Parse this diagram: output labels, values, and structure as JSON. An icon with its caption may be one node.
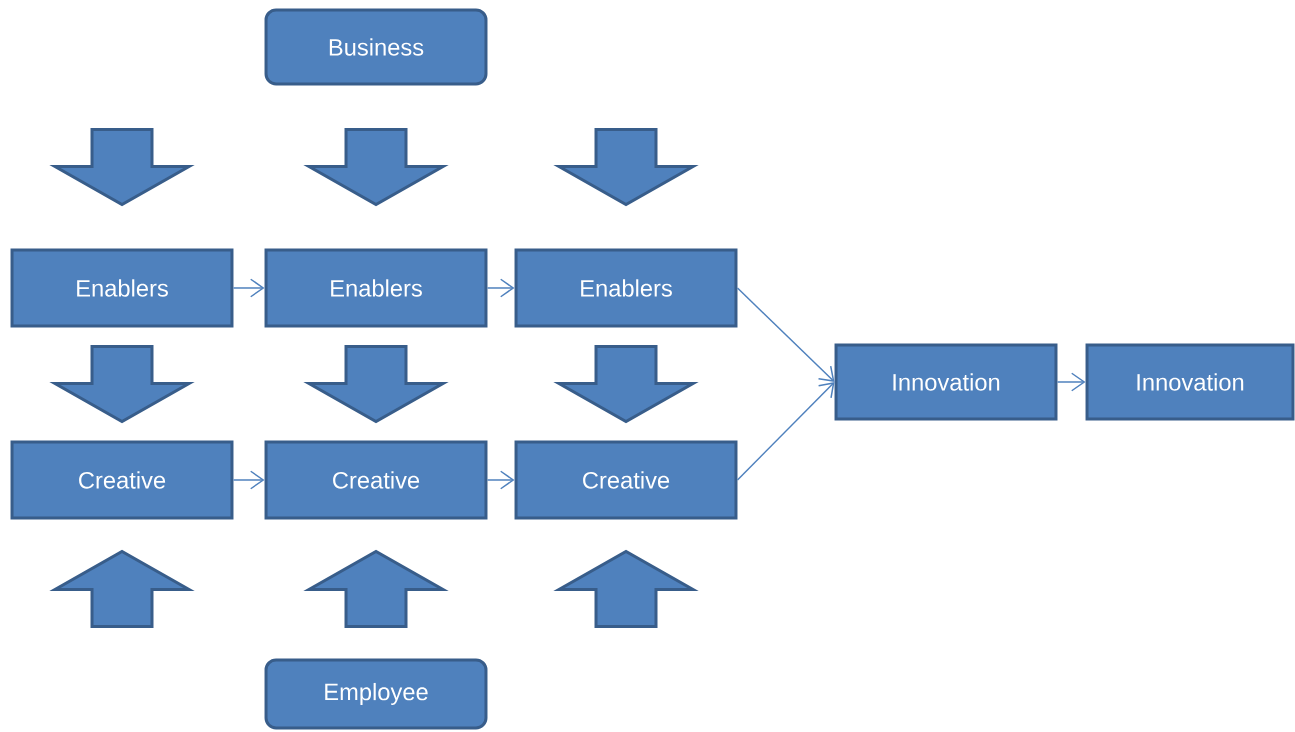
{
  "diagram": {
    "nodes": [
      {
        "text": [
          "Business"
        ]
      },
      {
        "text": [
          "Enablers"
        ]
      },
      {
        "text": [
          "Enablers"
        ]
      },
      {
        "text": [
          "Enablers"
        ]
      },
      {
        "text": [
          "Innovation"
        ]
      },
      {
        "text": [
          "Innovation"
        ]
      },
      {
        "text": [
          "Creative"
        ]
      },
      {
        "text": [
          "Creative"
        ]
      },
      {
        "text": [
          "Creative"
        ]
      },
      {
        "text": [
          "Employee"
        ]
      }
    ],
    "edges": [
      {
        "from": 0,
        "to": 1,
        "arrow": "to",
        "style": "thick"
      },
      {
        "from": 0,
        "to": 2,
        "arrow": "to",
        "style": "thick"
      },
      {
        "from": 0,
        "to": 3,
        "arrow": "to",
        "style": "thick"
      },
      {
        "from": 1,
        "to": 2,
        "arrow": "to"
      },
      {
        "from": 2,
        "to": 3,
        "arrow": "to"
      },
      {
        "from": 3,
        "to": 4,
        "arrow": "to"
      },
      {
        "from": 4,
        "to": 5,
        "arrow": "to"
      },
      {
        "from": 1,
        "to": 6,
        "arrow": "to",
        "style": "thick"
      },
      {
        "from": 2,
        "to": 7,
        "arrow": "to",
        "style": "thick"
      },
      {
        "from": 3,
        "to": 8,
        "arrow": "to",
        "style": "thick"
      },
      {
        "from": 6,
        "to": 7,
        "arrow": "to"
      },
      {
        "from": 7,
        "to": 8,
        "arrow": "to"
      },
      {
        "from": 8,
        "to": 4,
        "arrow": "to"
      },
      {
        "from": 9,
        "to": 6,
        "arrow": "to",
        "style": "thick"
      },
      {
        "from": 9,
        "to": 7,
        "arrow": "to",
        "style": "thick"
      },
      {
        "from": 9,
        "to": 8,
        "arrow": "to",
        "style": "thick"
      }
    ]
  }
}
